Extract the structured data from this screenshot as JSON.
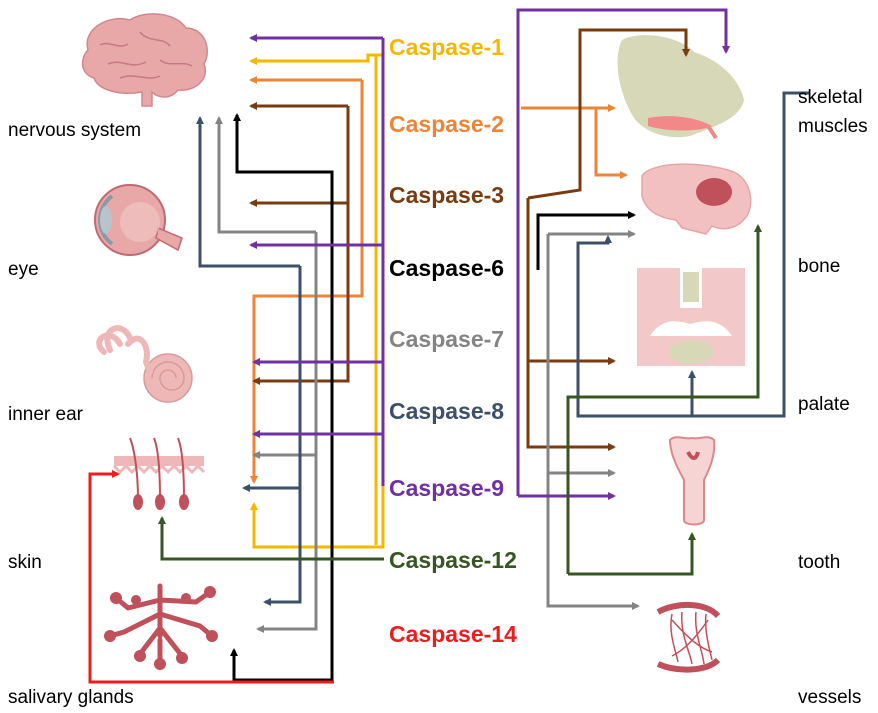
{
  "organs_left": {
    "nervous_system": "nervous system",
    "eye": "eye",
    "inner_ear": "inner ear",
    "skin": "skin",
    "salivary_glands": "salivary glands"
  },
  "organs_right": {
    "skeletal_muscles_1": "skeletal",
    "skeletal_muscles_2": "muscles",
    "bone": "bone",
    "palate": "palate",
    "tooth": "tooth",
    "vessels": "vessels"
  },
  "caspases": [
    {
      "key": "c1",
      "label": "Caspase-1",
      "color": "#f5b800"
    },
    {
      "key": "c2",
      "label": "Caspase-2",
      "color": "#ee8435"
    },
    {
      "key": "c3",
      "label": "Caspase-3",
      "color": "#7a3b10"
    },
    {
      "key": "c6",
      "label": "Caspase-6",
      "color": "#000000"
    },
    {
      "key": "c7",
      "label": "Caspase-7",
      "color": "#848484"
    },
    {
      "key": "c8",
      "label": "Caspase-8",
      "color": "#3d5068"
    },
    {
      "key": "c9",
      "label": "Caspase-9",
      "color": "#7030a0"
    },
    {
      "key": "c12",
      "label": "Caspase-12",
      "color": "#375623"
    },
    {
      "key": "c14",
      "label": "Caspase-14",
      "color": "#ee1c1c"
    }
  ],
  "colors": {
    "tissue_pink": "#e8a8a8",
    "tissue_dark": "#c0505a",
    "bone_beige": "#d6d8b8"
  }
}
